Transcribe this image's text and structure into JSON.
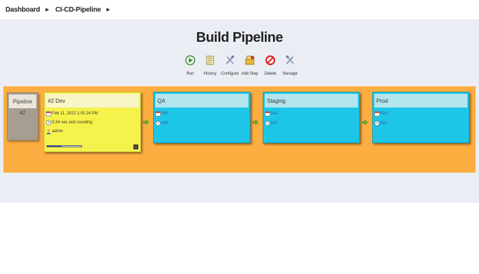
{
  "breadcrumb": {
    "items": [
      "Dashboard",
      "CI-CD-Pipeline"
    ]
  },
  "page": {
    "title": "Build Pipeline"
  },
  "toolbar": {
    "buttons": [
      {
        "label": "Run",
        "icon": "run-icon"
      },
      {
        "label": "History",
        "icon": "history-icon"
      },
      {
        "label": "Configure",
        "icon": "configure-icon"
      },
      {
        "label": "Add Step",
        "icon": "add-step-icon"
      },
      {
        "label": "Delete",
        "icon": "delete-icon"
      },
      {
        "label": "Manage",
        "icon": "manage-icon"
      }
    ]
  },
  "pipeline": {
    "header": "Pipeline",
    "build_number": "#2",
    "stages": [
      {
        "name": "#2 Dev",
        "status": "running",
        "started": "Feb 11, 2022 1:01:24 PM",
        "duration": "0.34 sec and counting",
        "user": "admin",
        "progress": 0.42,
        "color": "#f6f24c"
      },
      {
        "name": "QA",
        "date": "N/A",
        "duration": "N/A",
        "color": "#1dc6e6"
      },
      {
        "name": "Staging",
        "date": "N/A",
        "duration": "N/A",
        "color": "#1dc6e6"
      },
      {
        "name": "Prod",
        "date": "N/A",
        "duration": "N/A",
        "color": "#1dc6e6"
      }
    ]
  },
  "colors": {
    "band": "#fcae40",
    "background": "#eaedf3",
    "running": "#f6f24c",
    "pending": "#1dc6e6"
  }
}
